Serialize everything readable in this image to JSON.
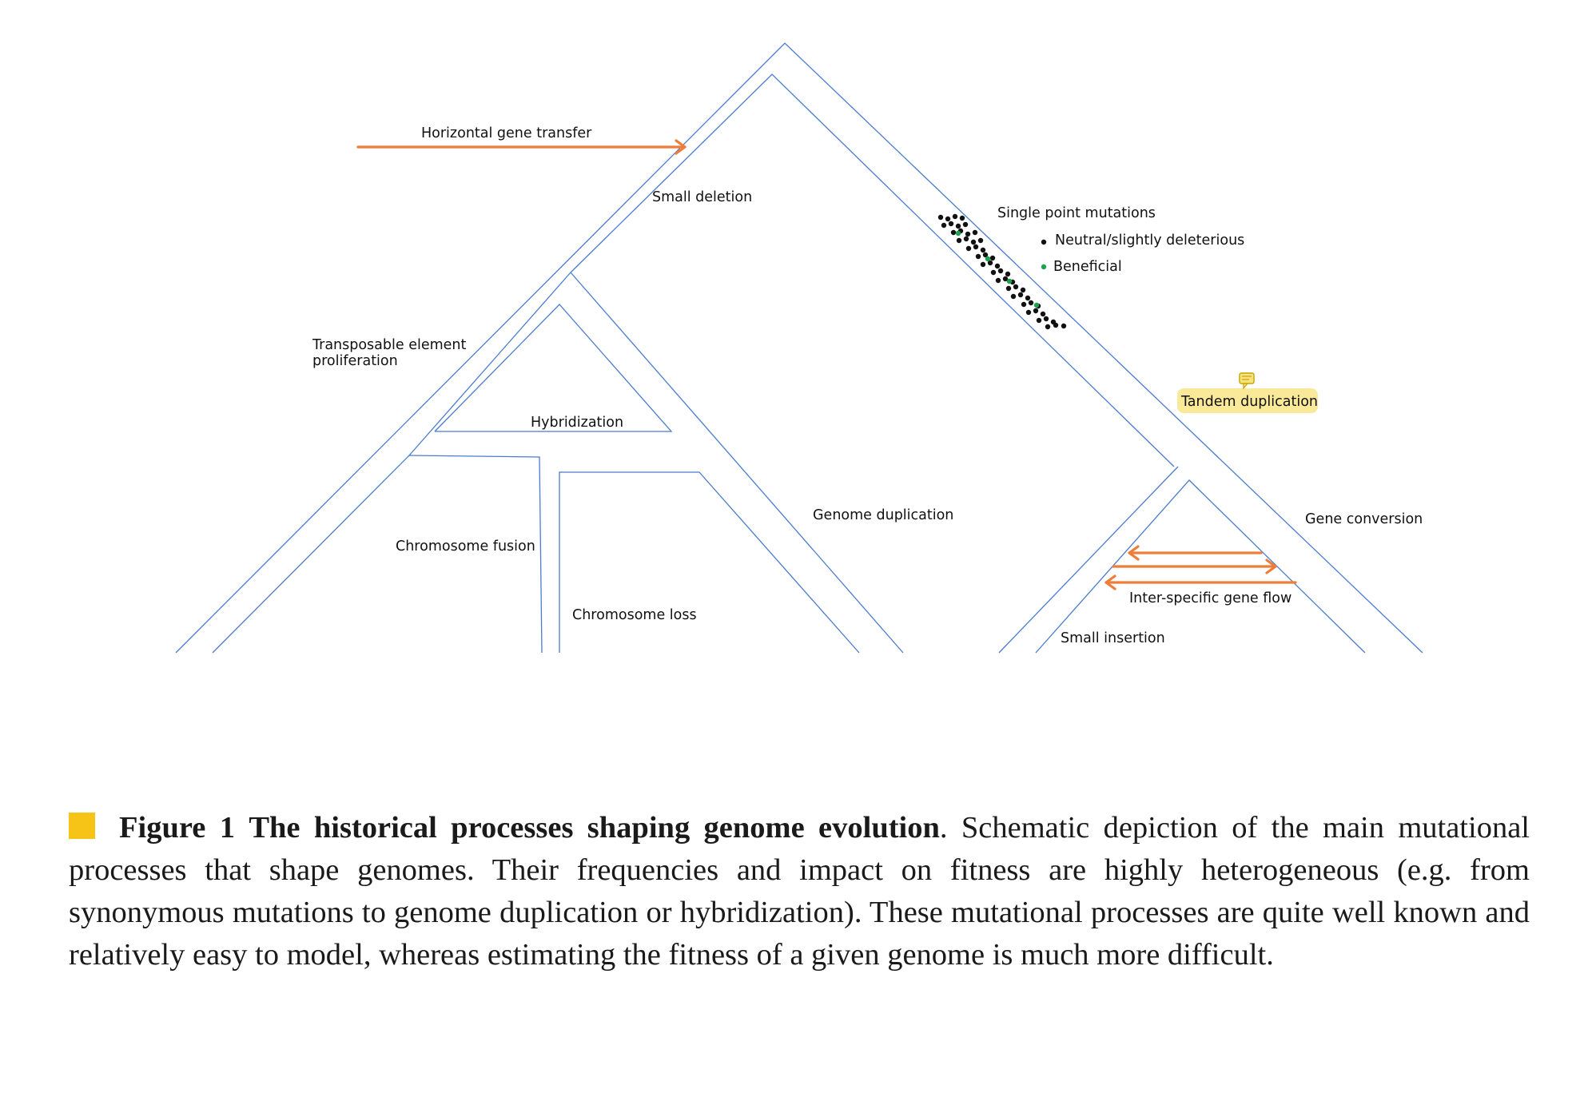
{
  "figure": {
    "labels": {
      "horizontal_gene_transfer": "Horizontal gene transfer",
      "small_deletion": "Small deletion",
      "single_point_mutations": "Single point mutations",
      "neutral": "Neutral/slightly deleterious",
      "beneficial": "Beneficial",
      "transposable_line1": "Transposable element",
      "transposable_line2": "proliferation",
      "hybridization": "Hybridization",
      "tandem_duplication": "Tandem duplication",
      "genome_duplication": "Genome duplication",
      "gene_conversion": "Gene conversion",
      "chromosome_fusion": "Chromosome fusion",
      "chromosome_loss": "Chromosome loss",
      "inter_specific_gene_flow": "Inter-specific gene flow",
      "small_insertion": "Small insertion"
    },
    "colors": {
      "branch": "#4a7bd0",
      "gene_flow_arrow": "#ee7d3a",
      "neutral_dot": "#111111",
      "beneficial_dot": "#1aa34a",
      "comment_highlight": "#fbe99a"
    },
    "icons": {
      "comment": "speech-bubble-icon"
    }
  },
  "caption": {
    "figure_label": "Figure 1",
    "title": "The historical processes shaping genome evolution",
    "body": ". Schematic depiction of the main mutational processes that shape genomes. Their frequencies and impact on fitness are highly heterogeneous (e.g. from synonymous mutations to genome duplication or hybridization). These mutational processes are quite well known and relatively easy to model, whereas estimating the fitness of a given genome is much more difficult.",
    "marker_color": "#f5c416"
  }
}
